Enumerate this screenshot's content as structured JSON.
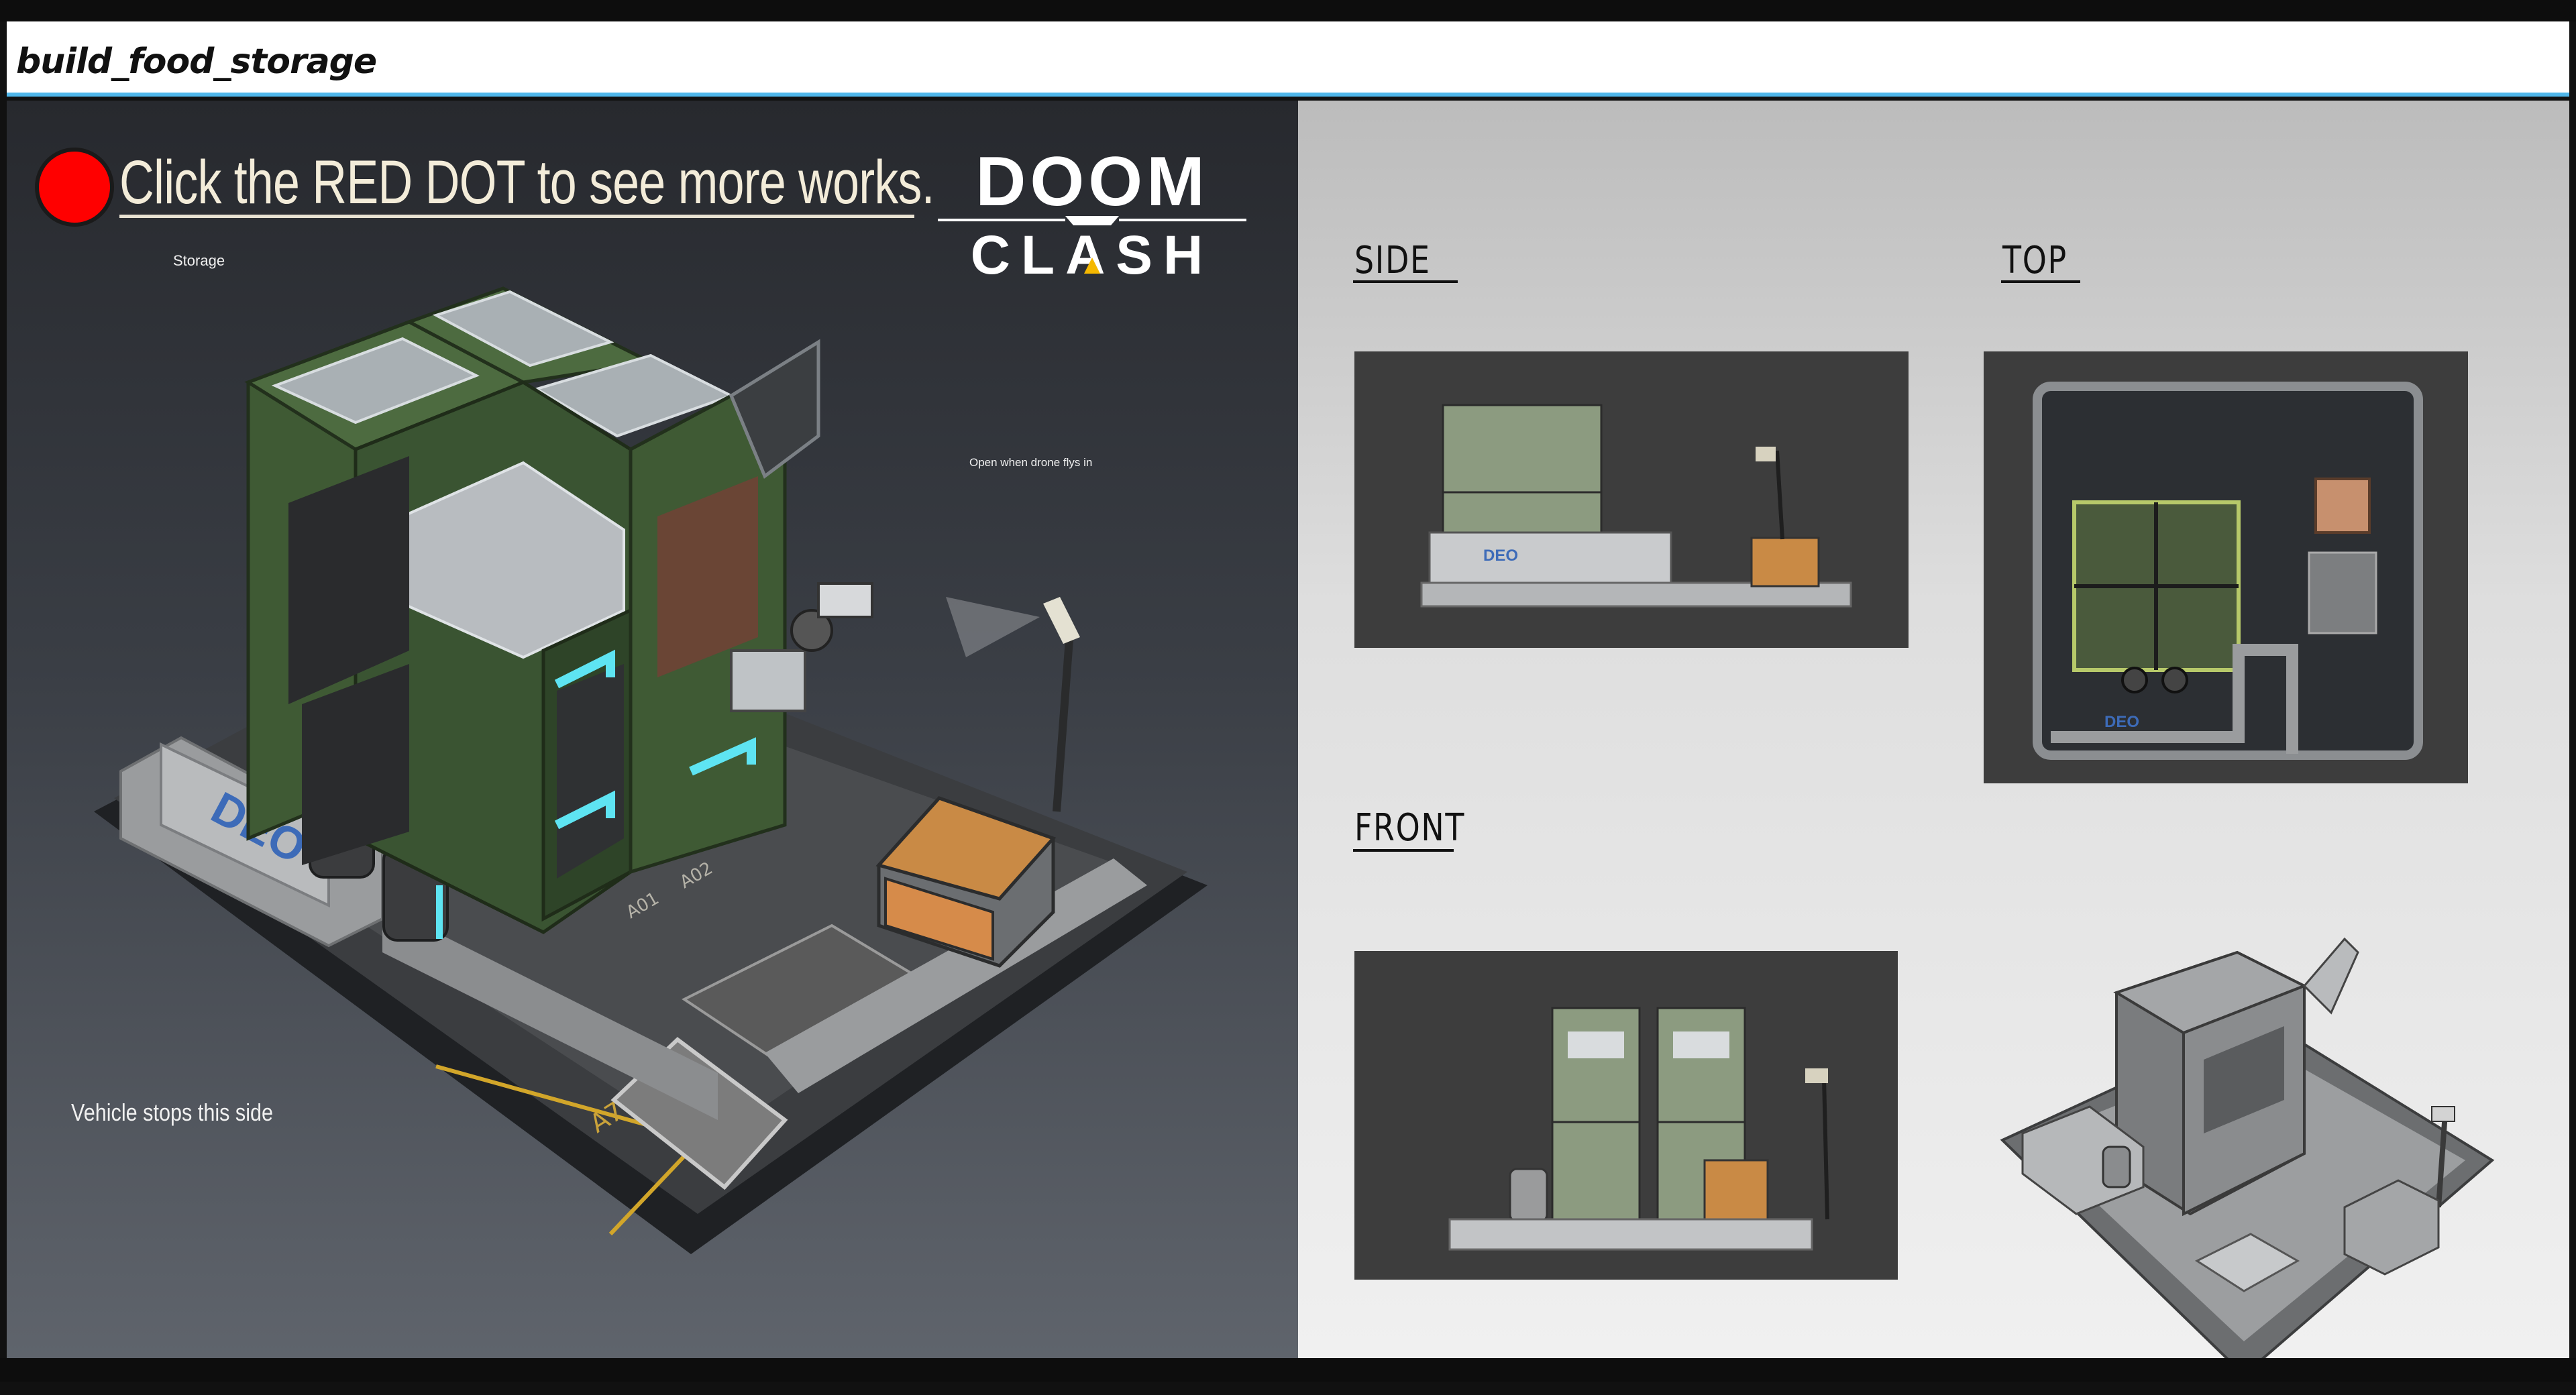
{
  "header": {
    "title": "build_food_storage"
  },
  "promo": {
    "text": "Click the RED DOT to see more works."
  },
  "logo": {
    "line1": "DOOM",
    "line2": "CLASH",
    "accent_color": "#f5b800"
  },
  "annotations": {
    "storage": "Storage",
    "drone": "Open when drone flys in",
    "vehicle": "Vehicle stops this side"
  },
  "model": {
    "sign_text": "DEO",
    "bay_labels": [
      "A01",
      "A02"
    ],
    "lane_label": "A7"
  },
  "views": {
    "side": "SIDE",
    "top": "TOP",
    "front": "FRONT"
  },
  "colors": {
    "red_dot": "#ff0000",
    "title_accent": "#4fb6ea",
    "container_green": "#3f5a34",
    "glow_cyan": "#5ee4f2"
  }
}
